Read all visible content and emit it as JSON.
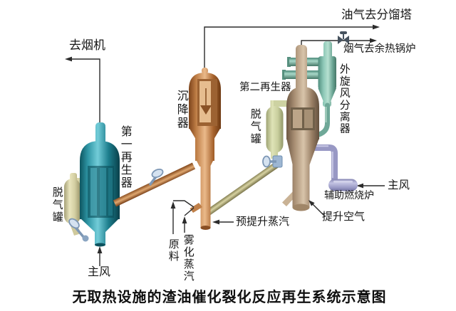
{
  "title": "无取热设施的渣油催化裂化反应再生系统示意图",
  "labels": {
    "to_smoke_machine": "去烟机",
    "oil_gas_to_fractionator": "油气去分馏塔",
    "flue_gas_to_waste_heat_boiler": "烟气去余热锅炉",
    "first_regenerator": "第一再生器",
    "settler": "沉降器",
    "second_regenerator": "第二再生器",
    "external_cyclone_separator": "外旋风分离器",
    "degassing_tank_left": "脱气罐",
    "degassing_tank_right": "脱气罐",
    "feedstock": "原料",
    "atomizing_steam": "雾化蒸汽",
    "pre_lift_steam": "预提升蒸汽",
    "lift_air": "提升空气",
    "auxiliary_combustion_furnace": "辅助燃烧炉",
    "main_air_left": "主风",
    "main_air_right": "主风"
  },
  "equipment": [
    {
      "name": "第一再生器",
      "color": "#2f99a8"
    },
    {
      "name": "沉降器",
      "color": "#c98a58"
    },
    {
      "name": "第二再生器",
      "color": "#bda189"
    },
    {
      "name": "外旋风分离器",
      "color": "#8fc7b6"
    },
    {
      "name": "脱气罐",
      "color": "#ddd8ac"
    },
    {
      "name": "辅助燃烧炉",
      "color": "#a2a2cc"
    }
  ],
  "colors": {
    "background": "#ffffff",
    "line": "#2b2b2b",
    "text": "#161616",
    "teal_vessel": "#2f99a8",
    "copper_vessel": "#c98a58",
    "tan_vessel": "#bda189",
    "seafoam_pipe": "#8fc7b6",
    "cream_tank": "#ddd8ac",
    "lavender_furnace": "#a2a2cc",
    "khaki_pipe": "#c9c492",
    "valve_blue": "#7d97b5"
  }
}
